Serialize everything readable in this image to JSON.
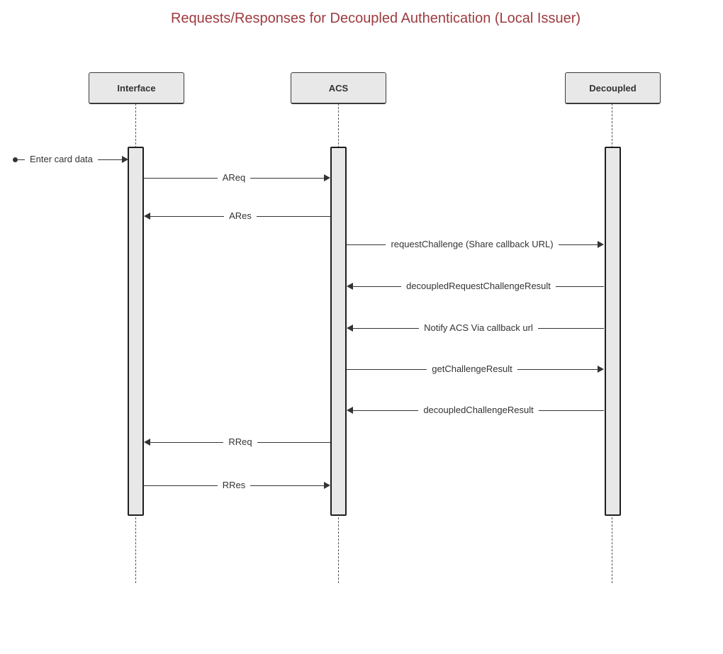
{
  "diagram": {
    "type": "sequence",
    "title": "Requests/Responses for Decoupled Authentication (Local Issuer)",
    "colors": {
      "title_text": "#9e3a3e",
      "actor_fill": "#e8e8e8",
      "actor_border": "#3b3b3b",
      "line": "#333333",
      "message_text": "#333333",
      "background": "#ffffff"
    },
    "actors": [
      {
        "id": "interface",
        "label": "Interface"
      },
      {
        "id": "acs",
        "label": "ACS"
      },
      {
        "id": "decoupled",
        "label": "Decoupled"
      }
    ],
    "messages": [
      {
        "label": "Enter card data",
        "from": "external",
        "to": "interface",
        "direction": "right",
        "kind": "found"
      },
      {
        "label": "AReq",
        "from": "interface",
        "to": "acs",
        "direction": "right",
        "kind": "solid"
      },
      {
        "label": "ARes",
        "from": "acs",
        "to": "interface",
        "direction": "left",
        "kind": "solid"
      },
      {
        "label": "requestChallenge (Share callback URL)",
        "from": "acs",
        "to": "decoupled",
        "direction": "right",
        "kind": "solid"
      },
      {
        "label": "decoupledRequestChallengeResult",
        "from": "decoupled",
        "to": "acs",
        "direction": "left",
        "kind": "solid"
      },
      {
        "label": "Notify ACS Via callback url",
        "from": "decoupled",
        "to": "acs",
        "direction": "left",
        "kind": "solid"
      },
      {
        "label": "getChallengeResult",
        "from": "acs",
        "to": "decoupled",
        "direction": "right",
        "kind": "solid"
      },
      {
        "label": "decoupledChallengeResult",
        "from": "decoupled",
        "to": "acs",
        "direction": "left",
        "kind": "solid"
      },
      {
        "label": "RReq",
        "from": "acs",
        "to": "interface",
        "direction": "left",
        "kind": "solid"
      },
      {
        "label": "RRes",
        "from": "interface",
        "to": "acs",
        "direction": "right",
        "kind": "solid"
      }
    ]
  }
}
